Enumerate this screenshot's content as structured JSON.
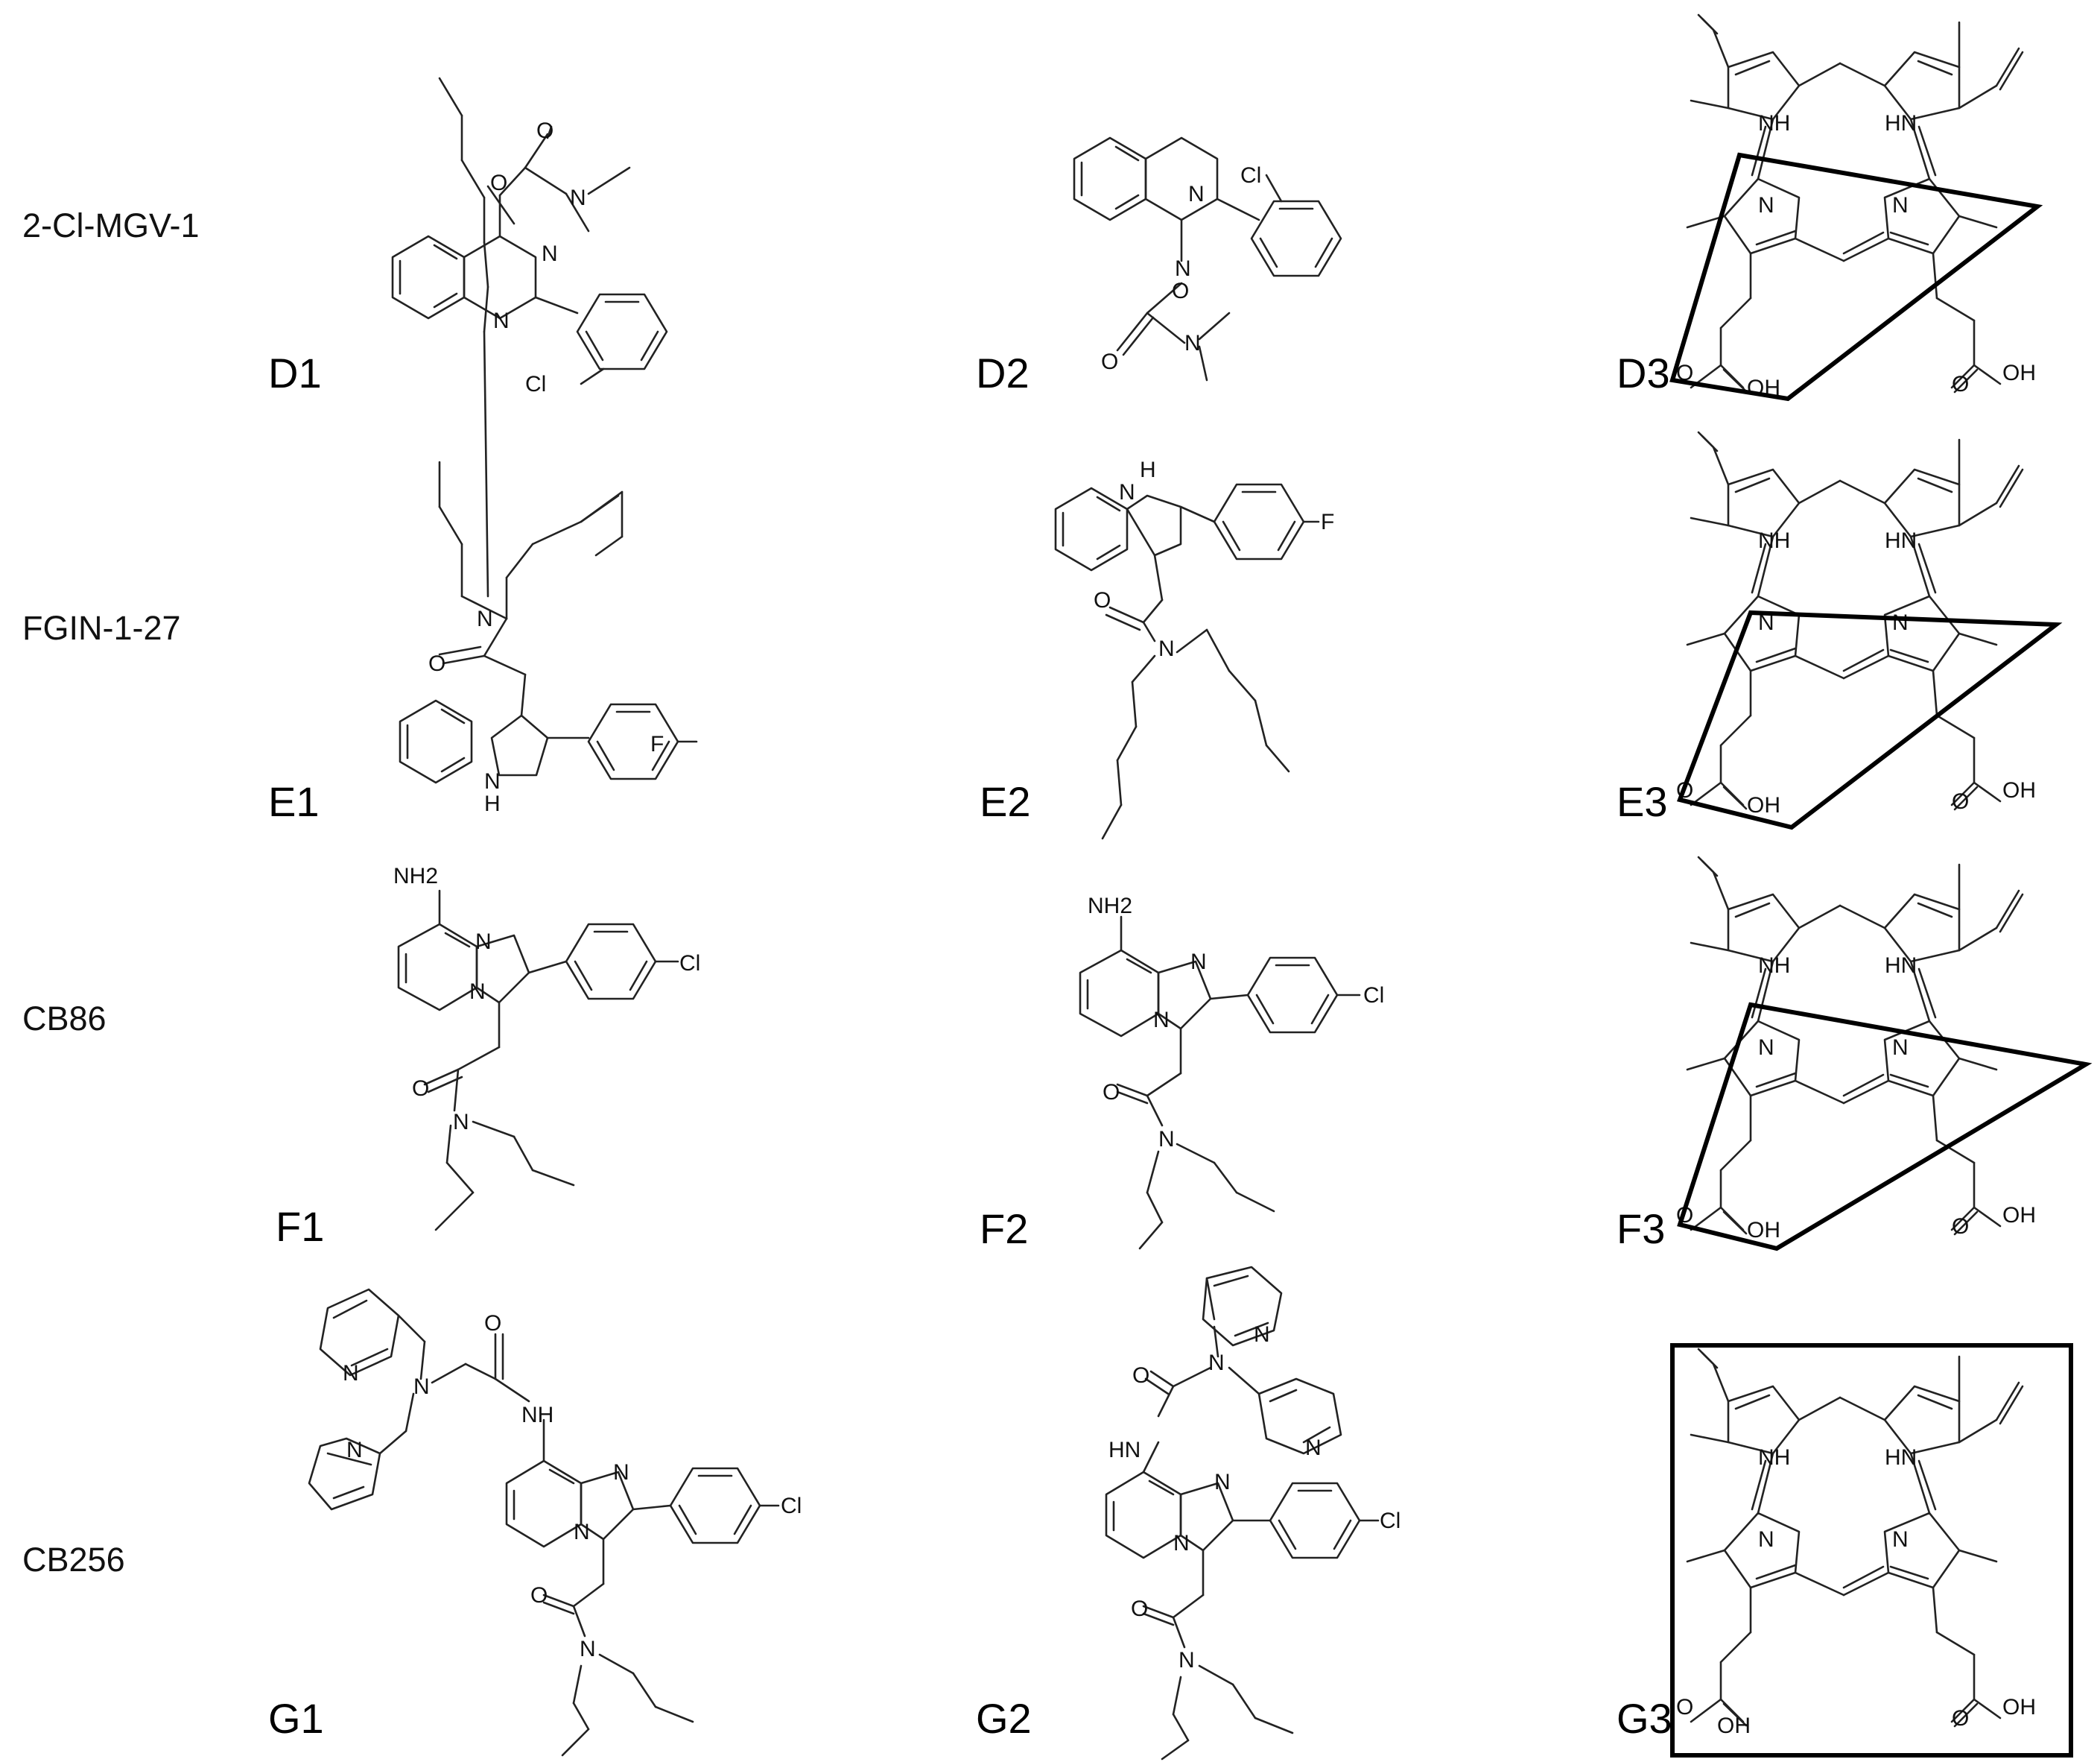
{
  "rows": [
    {
      "label": "2-Cl-MGV-1",
      "panels": [
        "D1",
        "D2",
        "D3"
      ]
    },
    {
      "label": "FGIN-1-27",
      "panels": [
        "E1",
        "E2",
        "E3"
      ]
    },
    {
      "label": "CB86",
      "panels": [
        "F1",
        "F2",
        "F3"
      ]
    },
    {
      "label": "CB256",
      "panels": [
        "G1",
        "G2",
        "G3"
      ]
    }
  ],
  "atoms": {
    "o": "O",
    "n": "N",
    "cl": "Cl",
    "f": "F",
    "nh": "NH",
    "hn": "HN",
    "h": "H",
    "oh": "OH",
    "nh2": "NH2"
  }
}
